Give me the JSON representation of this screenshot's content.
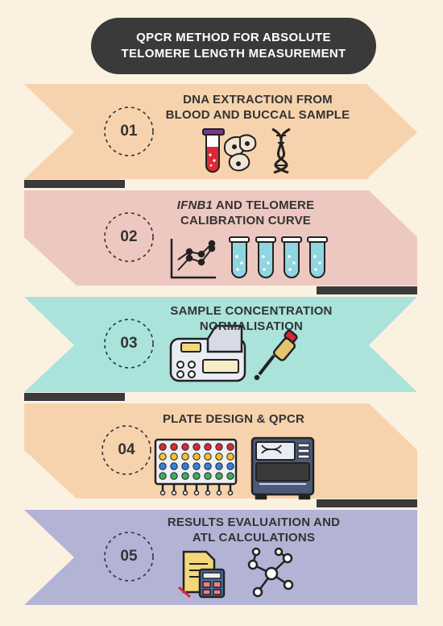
{
  "title": {
    "line1": "QPCR METHOD FOR ABSOLUTE",
    "line2": "TELOMERE LENGTH MEASUREMENT"
  },
  "steps": [
    {
      "number": "01",
      "line1": "DNA EXTRACTION FROM",
      "line2": "BLOOD AND BUCCAL SAMPLE",
      "color": "#f7d3ad",
      "icons": [
        "blood-tube-icon",
        "buccal-cells-icon",
        "dna-helix-icon"
      ]
    },
    {
      "number": "02",
      "line1_italic": "IFNB1",
      "line1_rest": " AND TELOMERE",
      "line2": "CALIBRATION CURVE",
      "color": "#edc8c0",
      "icons": [
        "calibration-graph-icon",
        "test-tubes-icon"
      ]
    },
    {
      "number": "03",
      "line1": "SAMPLE CONCENTRATION",
      "line2": "NORMALISATION",
      "color": "#a9e3dc",
      "icons": [
        "spectrophotometer-icon",
        "pipette-icon"
      ]
    },
    {
      "number": "04",
      "line1": "PLATE DESIGN & QPCR",
      "color": "#f7d3ad",
      "icons": [
        "pcr-plate-icon",
        "qpcr-machine-icon"
      ]
    },
    {
      "number": "05",
      "line1": "RESULTS EVALUAITION AND",
      "line2": "ATL CALCULATIONS",
      "color": "#b3b3d6",
      "icons": [
        "calculator-document-icon",
        "network-icon"
      ]
    }
  ],
  "colors": {
    "title_bg": "#3a3a3a",
    "background": "#fbf1e1",
    "bar": "#3a3a3a"
  }
}
